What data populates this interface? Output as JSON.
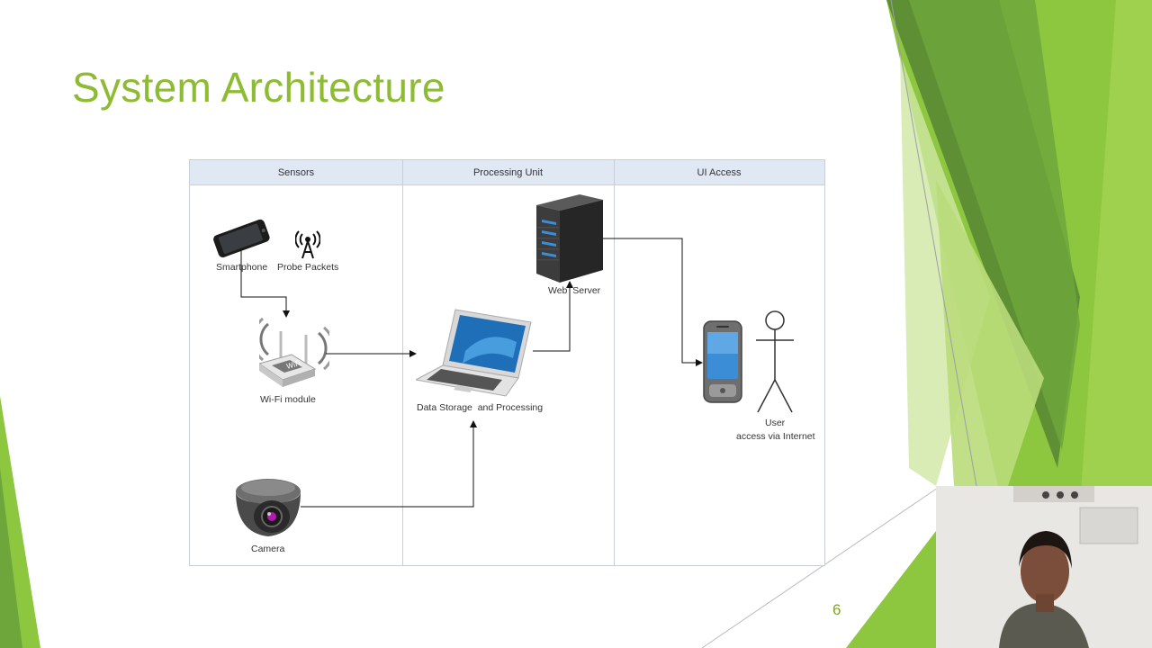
{
  "slide": {
    "title": "System Architecture",
    "page_number": "6"
  },
  "diagram": {
    "lanes": [
      {
        "label": "Sensors"
      },
      {
        "label": "Processing Unit"
      },
      {
        "label": "UI Access"
      }
    ],
    "nodes": {
      "smartphone": "Smartphone",
      "probe_packets": "Probe Packets",
      "wifi_module": "Wi-Fi module",
      "camera": "Camera",
      "data_storage": "Data Storage  and Processing",
      "web_server": "Web  Server",
      "user_line1": "User",
      "user_line2": "access via Internet"
    }
  },
  "colors": {
    "title_green": "#8dbb32",
    "lane_header_bg": "#dfe8f3",
    "deco_green_dark": "#6b9b37",
    "deco_green_light": "#a7d15a"
  }
}
